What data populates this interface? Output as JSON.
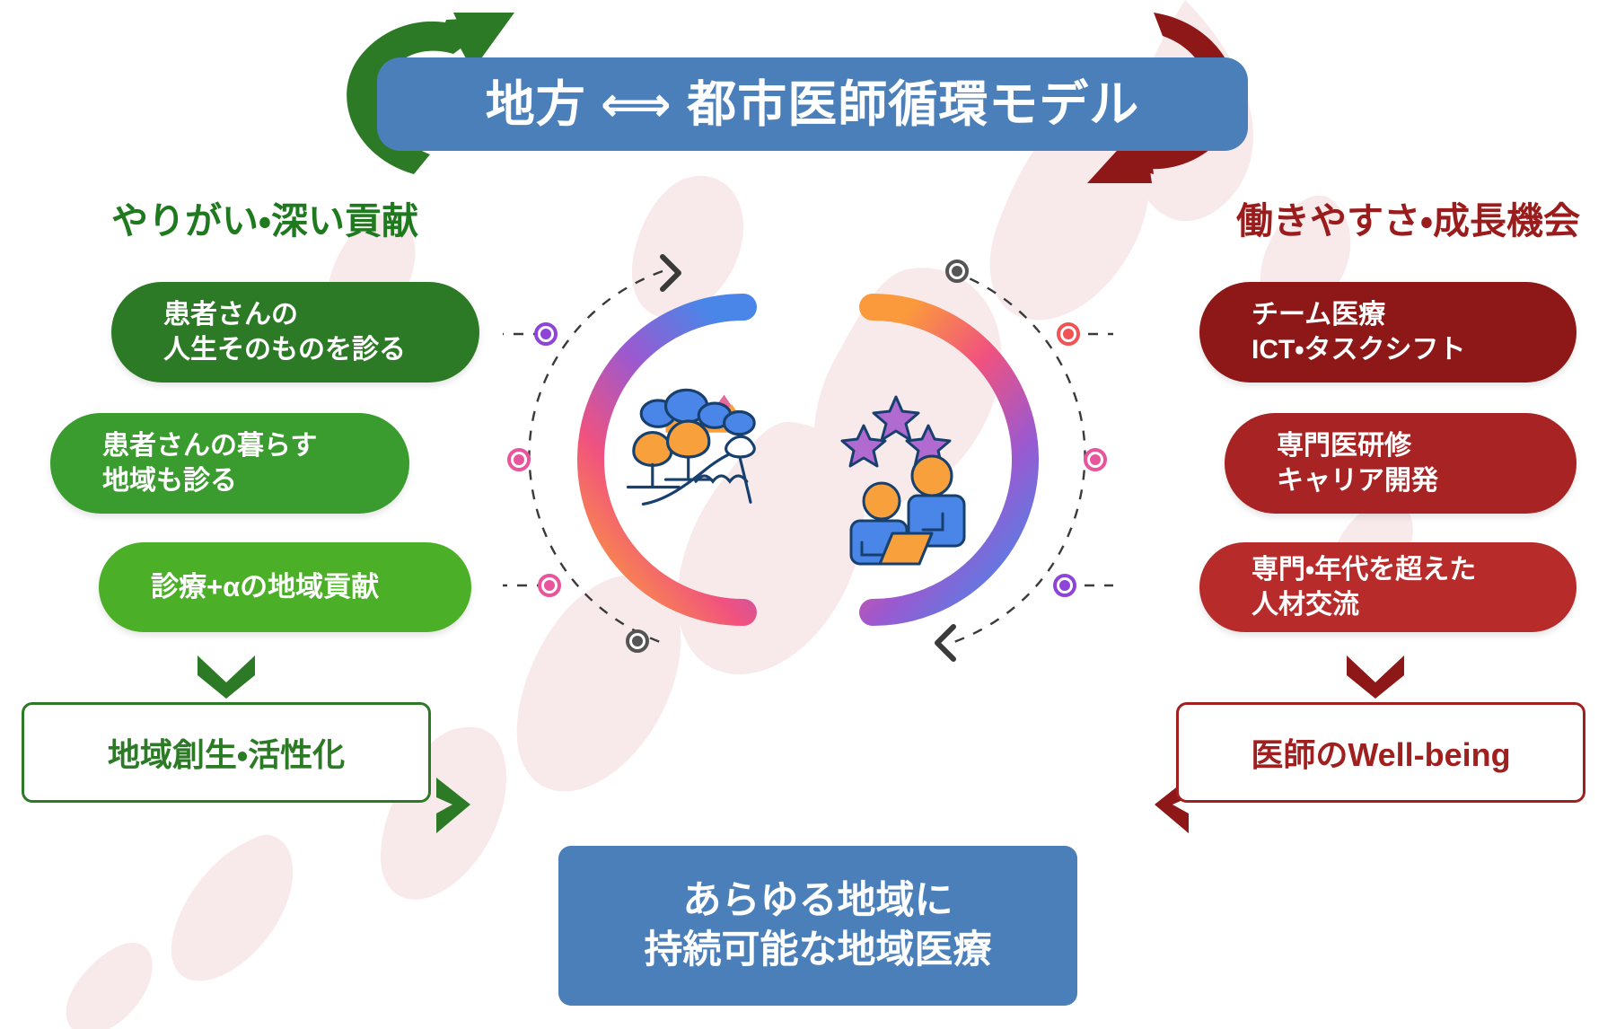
{
  "title": {
    "text": "地方 ⟺ 都市医師循環モデル",
    "banner_color": "#4a7fba",
    "left_arrow_color": "#2c7a26",
    "right_arrow_color": "#8e1717"
  },
  "columns": {
    "left": {
      "heading": "やりがい・深い貢献",
      "heading_color": "#1f7a1f",
      "items": [
        {
          "text": "患者さんの\n人生そのものを診る",
          "color": "#2c7a26"
        },
        {
          "text": "患者さんの暮らす\n地域も診る",
          "color": "#3a9c2e"
        },
        {
          "text": "診療+αの地域貢献",
          "color": "#4caf28"
        }
      ],
      "outcome": "地域創生・活性化",
      "outcome_color": "#2c7a26"
    },
    "right": {
      "heading": "働きやすさ・成長機会",
      "heading_color": "#9b1c1c",
      "items": [
        {
          "text": "チーム医療\nICT・タスクシフト",
          "color": "#8e1717"
        },
        {
          "text": "専門医研修\nキャリア開発",
          "color": "#a82424"
        },
        {
          "text": "専門・年代を超えた\n人材交流",
          "color": "#b72b2b"
        }
      ],
      "outcome": "医師のWell-being",
      "outcome_color": "#a02020"
    }
  },
  "center": {
    "left_icon": "rural-landscape-icon",
    "right_icon": "team-collaboration-icon",
    "arc_colors": [
      "#4a86e8",
      "#9b59d0",
      "#f0527f",
      "#fb9a3c"
    ],
    "node_colors": [
      "#8e44d8",
      "#e8559c",
      "#e8559c",
      "#555555",
      "#f05454",
      "#e8559c",
      "#8e44d8",
      "#555555"
    ]
  },
  "conclusion": {
    "text": "あらゆる地域に\n持続可能な地域医療",
    "color": "#4a7fba"
  }
}
